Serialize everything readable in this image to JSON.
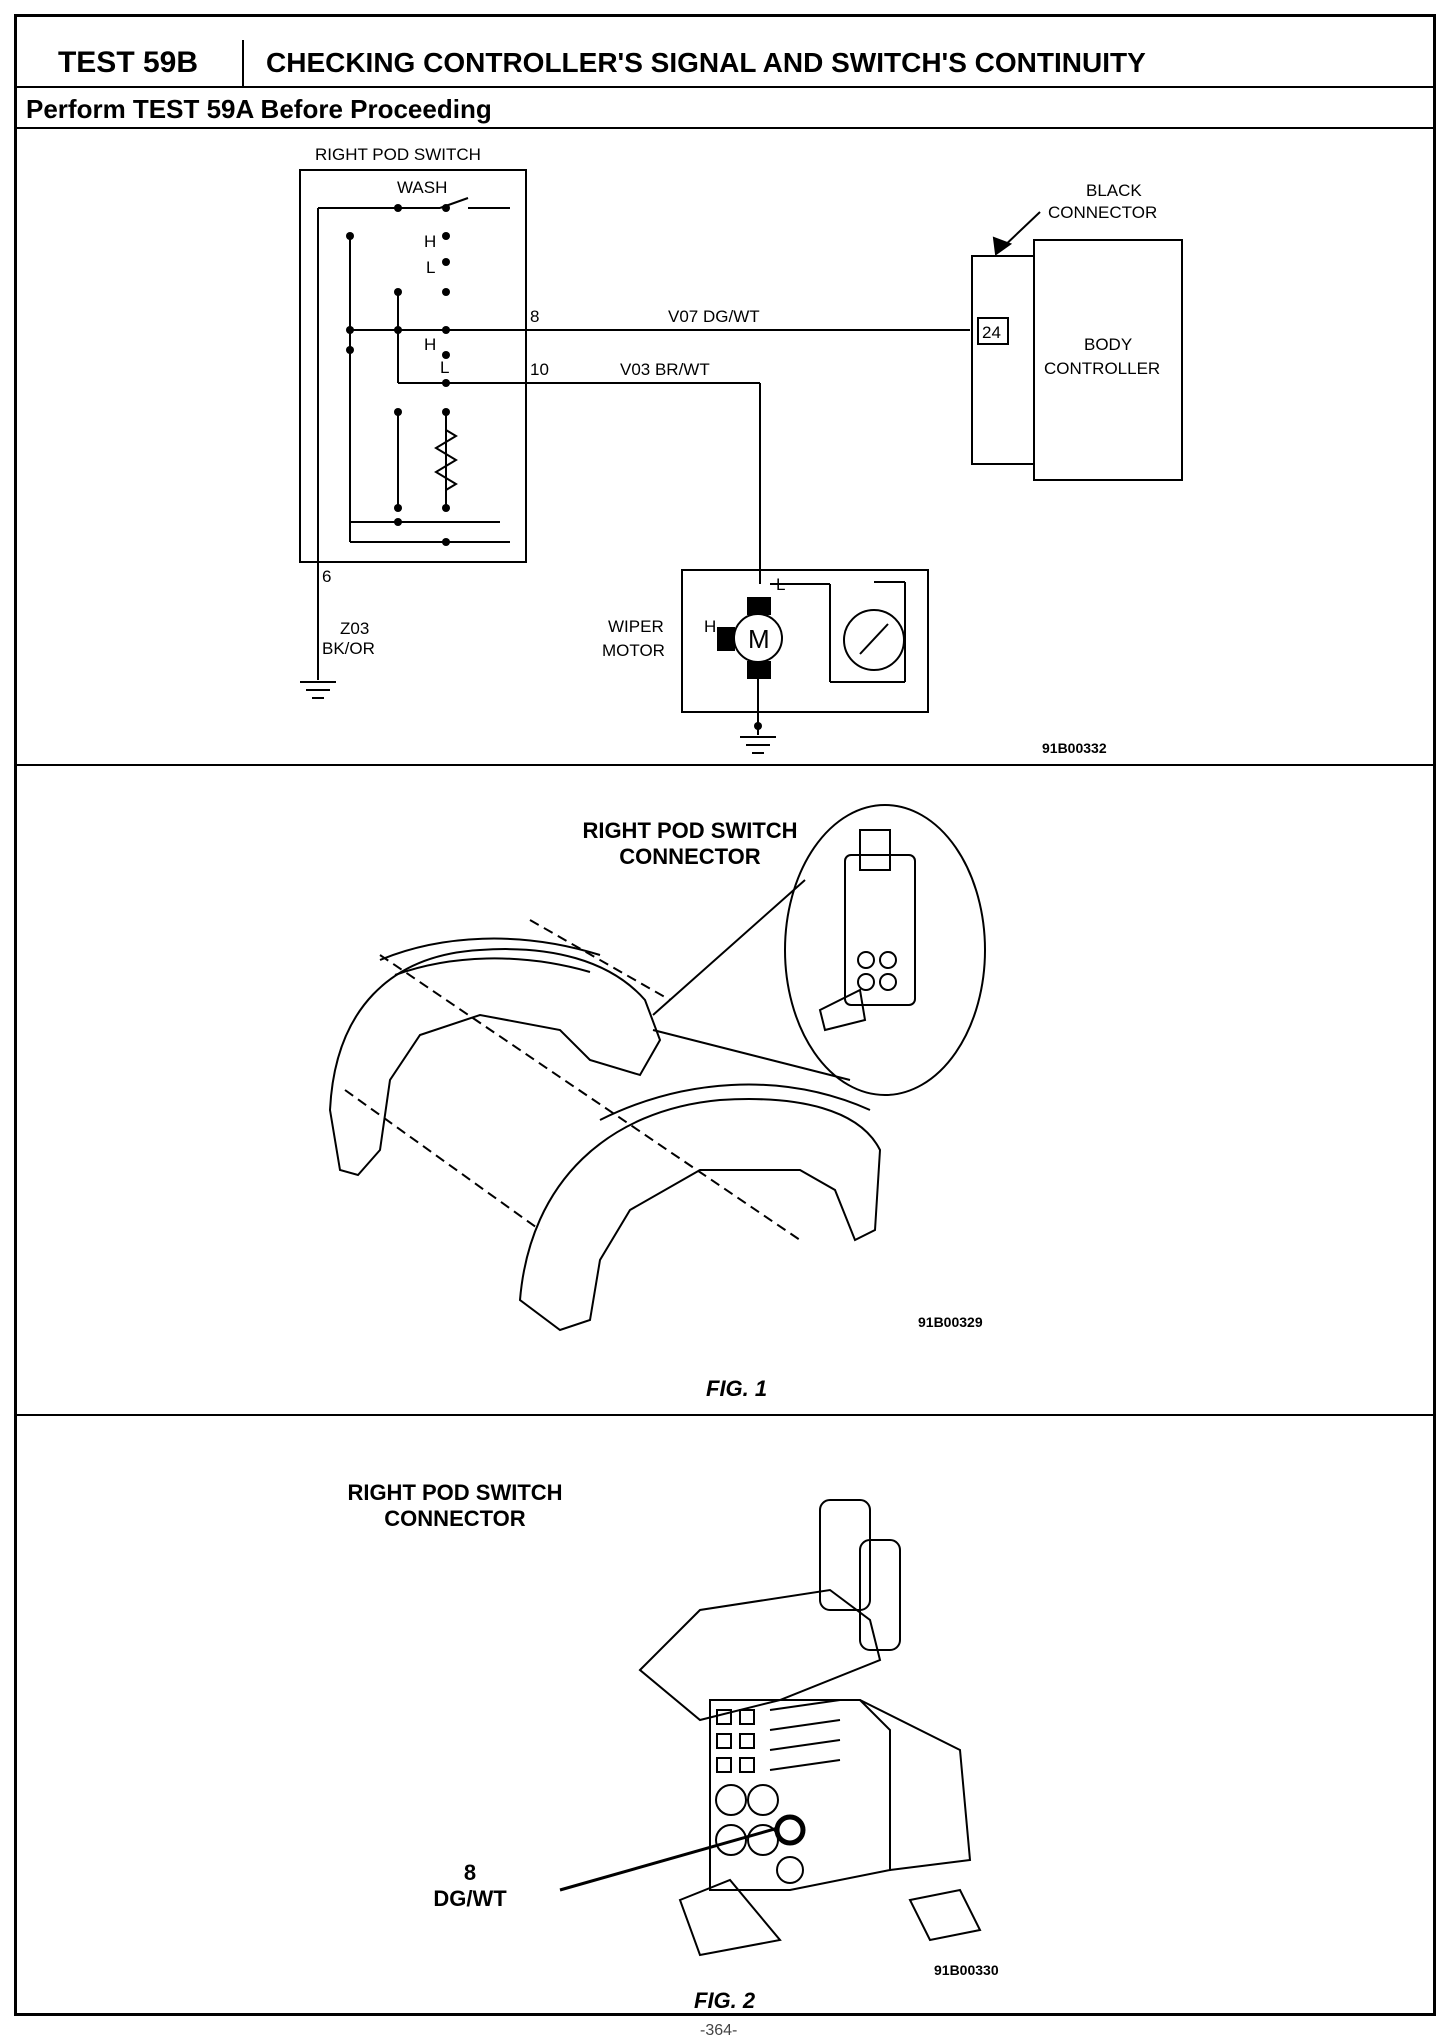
{
  "header": {
    "test_id": "TEST 59B",
    "title": "CHECKING CONTROLLER'S SIGNAL AND SWITCH'S CONTINUITY",
    "subtitle": "Perform TEST 59A Before Proceeding"
  },
  "schematic": {
    "switch_title": "RIGHT POD SWITCH",
    "wash_label": "WASH",
    "h_upper": "H",
    "l_upper": "L",
    "h_lower": "H",
    "l_lower": "L",
    "pin_8": "8",
    "pin_10": "10",
    "pin_6": "6",
    "wire_v07": "V07 DG/WT",
    "wire_v03": "V03 BR/WT",
    "ground_wire_1": "Z03",
    "ground_wire_2": "BK/OR",
    "connector_label_1": "BLACK",
    "connector_label_2": "CONNECTOR",
    "connector_pin": "24",
    "controller_label_1": "BODY",
    "controller_label_2": "CONTROLLER",
    "motor_label_1": "WIPER",
    "motor_label_2": "MOTOR",
    "motor_symbol": "M",
    "motor_h": "H",
    "motor_l": "L",
    "figure_code": "91B00332"
  },
  "fig1": {
    "callout_1": "RIGHT POD SWITCH",
    "callout_2": "CONNECTOR",
    "figure_code": "91B00329",
    "caption": "FIG. 1"
  },
  "fig2": {
    "callout_1": "RIGHT POD SWITCH",
    "callout_2": "CONNECTOR",
    "pin_label": "8",
    "pin_wire": "DG/WT",
    "figure_code": "91B00330",
    "caption": "FIG. 2"
  },
  "page_number": "-364-"
}
